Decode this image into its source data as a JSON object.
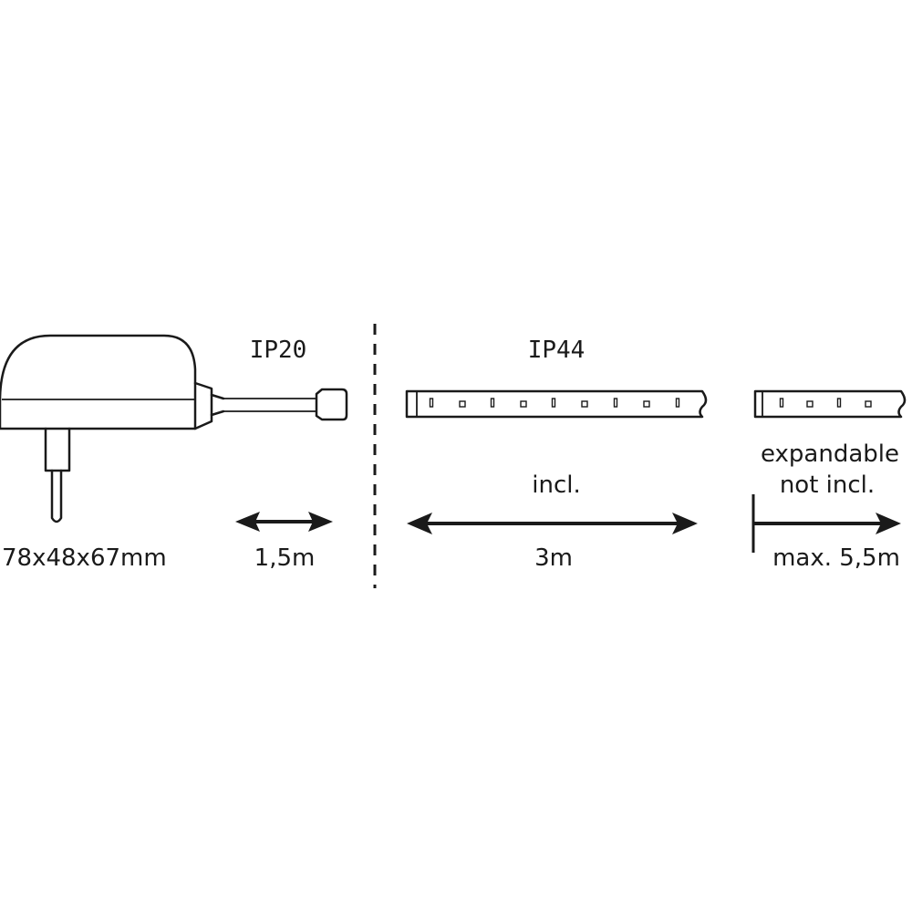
{
  "power_supply": {
    "protection": "IP20",
    "dimensions": "78x48x67mm",
    "cable_length": "1,5m"
  },
  "strip_included": {
    "protection": "IP44",
    "status": "incl.",
    "length": "3m"
  },
  "strip_extension": {
    "status_line1": "expandable",
    "status_line2": "not incl.",
    "length": "max. 5,5m"
  },
  "colors": {
    "line": "#1a1a1a",
    "background": "#ffffff"
  },
  "icons": [
    "power-adapter-icon",
    "connector-plug-icon",
    "led-strip-icon",
    "led-strip-extension-icon"
  ]
}
